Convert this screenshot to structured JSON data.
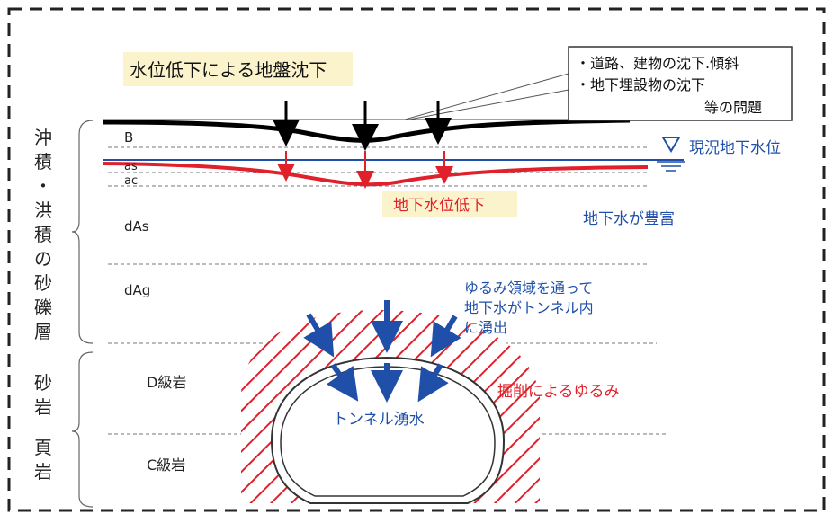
{
  "labels": {
    "subsidence_title": "水位低下による地盤沈下",
    "problems_line1": "・道路、建物の沈下.傾斜",
    "problems_line2": "・地下埋設物の沈下",
    "problems_line3": "等の問題",
    "current_water_level": "現況地下水位",
    "water_drop": "地下水位低下",
    "abundant_water": "地下水が豊富",
    "loosening_line1": "ゆるみ領域を通って",
    "loosening_line2": "地下水がトンネル内",
    "loosening_line3": "に湧出",
    "excavation_loosening": "掘削によるゆるみ",
    "tunnel_water": "トンネル湧水",
    "layer_B": "B",
    "layer_as": "as",
    "layer_ac": "ac",
    "layer_dAs": "dAs",
    "layer_dAg": "dAg",
    "layer_D": "D級岩",
    "layer_C": "C級岩",
    "bracket_upper": [
      "沖",
      "積",
      "・",
      "洪",
      "積",
      "の",
      "砂",
      "礫",
      "層"
    ],
    "bracket_lower_top": [
      "砂",
      "岩"
    ],
    "bracket_lower_bottom": [
      "頁",
      "岩"
    ]
  },
  "colors": {
    "ground_line": "#000000",
    "water_table": "#1f4fa8",
    "lowered_water": "#e0202a",
    "hatch": "#e0202a",
    "arrow_blue": "#1f4fa8",
    "title_bg": "#fbf3cc"
  }
}
